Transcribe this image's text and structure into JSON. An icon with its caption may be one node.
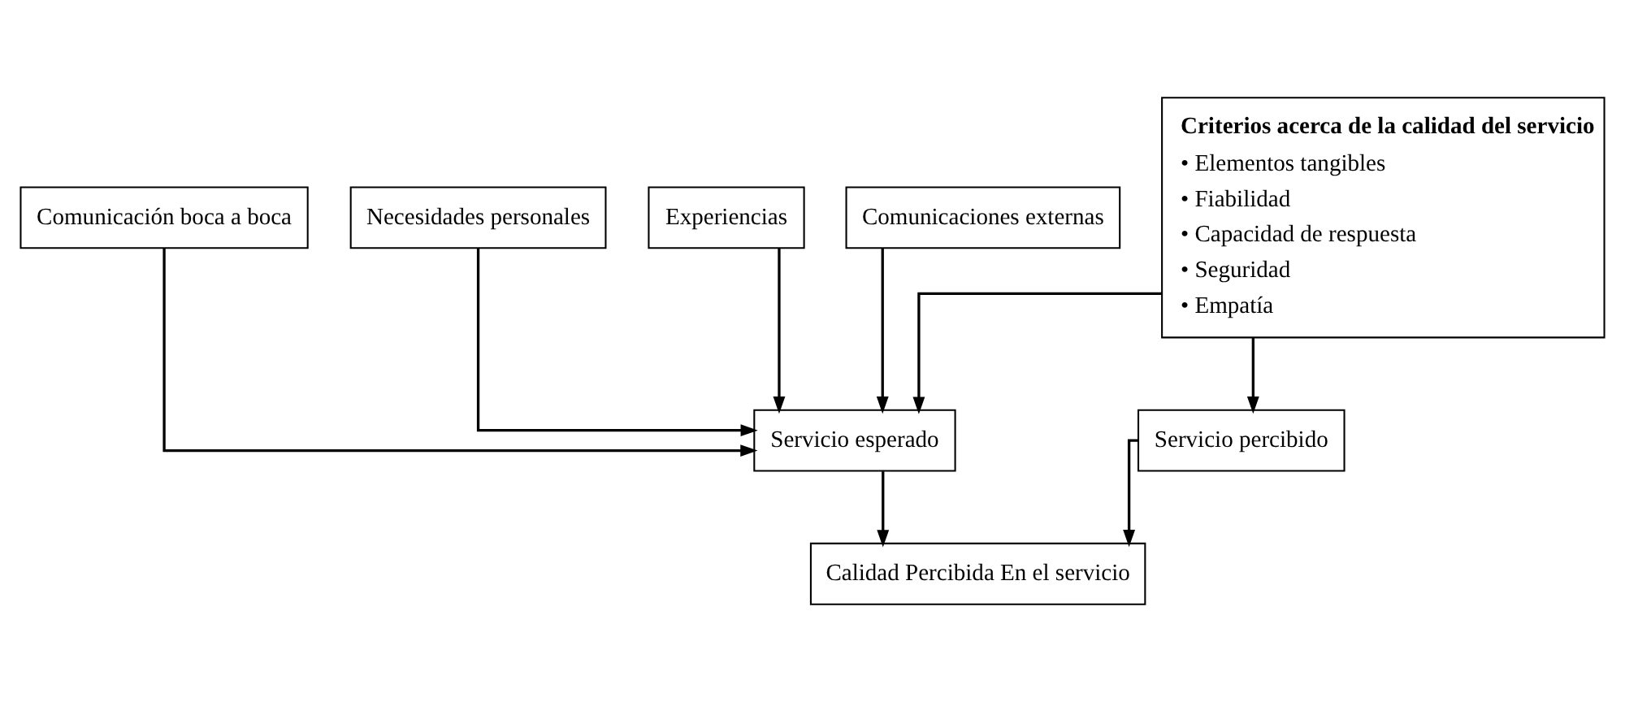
{
  "diagram": {
    "nodes": [
      {
        "text": [
          "Comunicación boca a boca"
        ]
      },
      {
        "text": [
          "Necesidades personales"
        ]
      },
      {
        "text": [
          "Experiencias"
        ]
      },
      {
        "text": [
          "Comunicaciones externas"
        ]
      },
      {
        "text": [
          "Criterios acerca de la calidad del servicio",
          "• Elementos tangibles",
          "• Fiabilidad",
          "• Capacidad de respuesta",
          "• Seguridad",
          "• Empatía"
        ]
      },
      {
        "text": [
          "Servicio esperado"
        ]
      },
      {
        "text": [
          "Servicio percibido"
        ]
      },
      {
        "text": [
          "Calidad Percibida En el servicio"
        ]
      }
    ],
    "edges": [
      {
        "from": 0,
        "to": 5,
        "arrow": "to"
      },
      {
        "from": 1,
        "to": 5,
        "arrow": "to"
      },
      {
        "from": 2,
        "to": 5,
        "arrow": "to"
      },
      {
        "from": 3,
        "to": 5,
        "arrow": "to"
      },
      {
        "from": 4,
        "to": 5,
        "arrow": "to"
      },
      {
        "from": 4,
        "to": 6,
        "arrow": "to"
      },
      {
        "from": 5,
        "to": 7,
        "arrow": "to"
      },
      {
        "from": 6,
        "to": 7,
        "arrow": "to"
      }
    ]
  }
}
